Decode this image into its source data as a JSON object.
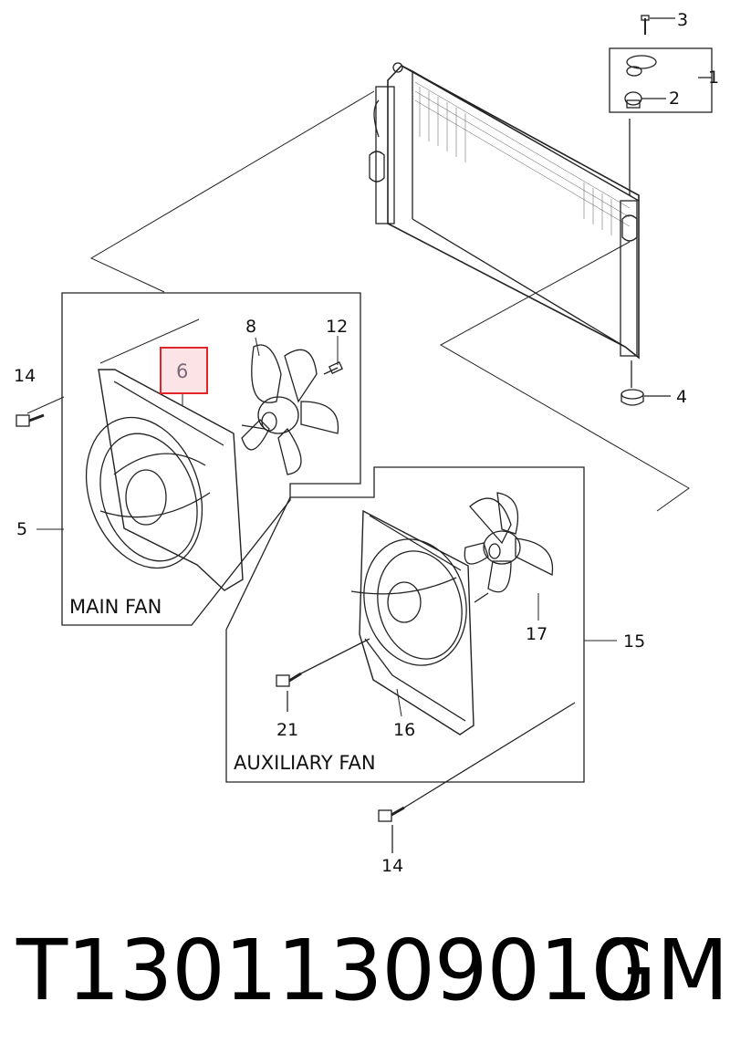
{
  "callouts": {
    "c1": "1",
    "c2": "2",
    "c3": "3",
    "c4": "4",
    "c5": "5",
    "c6": "6",
    "c8": "8",
    "c12": "12",
    "c14a": "14",
    "c14b": "14",
    "c15": "15",
    "c16": "16",
    "c17": "17",
    "c21": "21"
  },
  "labels": {
    "main_fan": "MAIN FAN",
    "auxiliary_fan": "AUXILIARY FAN"
  },
  "highlight": {
    "callout": "6",
    "border_color": "#e0262b",
    "fill_color": "#fbe3e6"
  },
  "footer": {
    "part_number": "T13011309010",
    "brand": "GM"
  }
}
